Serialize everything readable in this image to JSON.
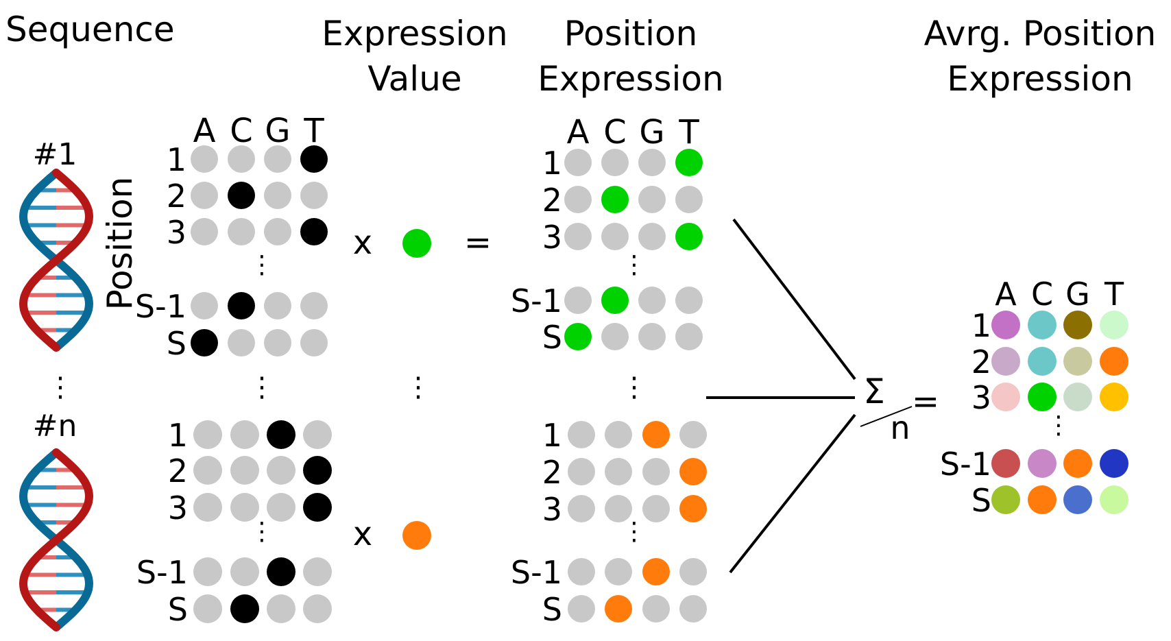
{
  "headers": {
    "sequence": "Sequence",
    "expression_value": [
      "Expression",
      "Value"
    ],
    "position_expression": [
      "Position",
      "Expression"
    ],
    "avg_position_expression": [
      "Avrg. Position",
      "Expression"
    ]
  },
  "axis_label": "Position",
  "bases": [
    "A",
    "C",
    "G",
    "T"
  ],
  "row_labels": [
    "1",
    "2",
    "3",
    "S-1",
    "S"
  ],
  "sequence_labels": [
    "#1",
    "#n"
  ],
  "operators": {
    "times": "x",
    "equals": "=",
    "sum_symbol": "Σ",
    "divisor": "n",
    "result_equals": "=",
    "ellipsis": "⋮"
  },
  "colors": {
    "inactive": "#c8c8c8",
    "one_hot": "#000000",
    "expr_seq1": "#00d200",
    "expr_seqn": "#ff7b0b",
    "dna_strand_red": "#b51616",
    "dna_strand_blue": "#0a6a96",
    "dna_rung_red": "#e06a6a",
    "dna_rung_blue": "#2f8fbf"
  },
  "one_hot_index": {
    "seq1": [
      3,
      1,
      3,
      1,
      0
    ],
    "seqn": [
      2,
      3,
      3,
      2,
      1
    ]
  },
  "avg_colors": [
    [
      "#c271c6",
      "#6cc8c8",
      "#8b6f00",
      "#ccf9cc"
    ],
    [
      "#c9a9c9",
      "#6cc8c8",
      "#c9c9a0",
      "#ff7b0b"
    ],
    [
      "#f4c6c6",
      "#00d200",
      "#c9dcc9",
      "#ffc000"
    ],
    [
      "#c95050",
      "#c888c8",
      "#ff7b0b",
      "#2236c4"
    ],
    [
      "#9ec22a",
      "#ff7b0b",
      "#4b6fcc",
      "#c8f99e"
    ]
  ]
}
